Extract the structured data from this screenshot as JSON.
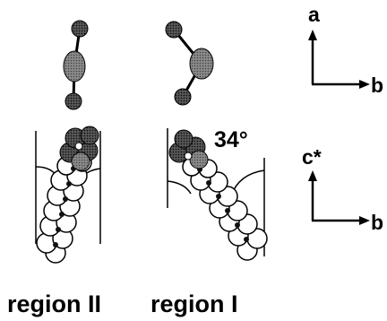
{
  "angle_label": "34°",
  "axes_top": {
    "vertical": "a",
    "horizontal": "b"
  },
  "axes_bottom": {
    "vertical": "c*",
    "horizontal": "b"
  },
  "regions": [
    {
      "label": "region II"
    },
    {
      "label": "region I"
    }
  ],
  "colors": {
    "ink": "#000000",
    "dark_atom": "#2a2a2a",
    "mid_atom": "#6e6e6e",
    "light_atom": "#ffffff"
  }
}
